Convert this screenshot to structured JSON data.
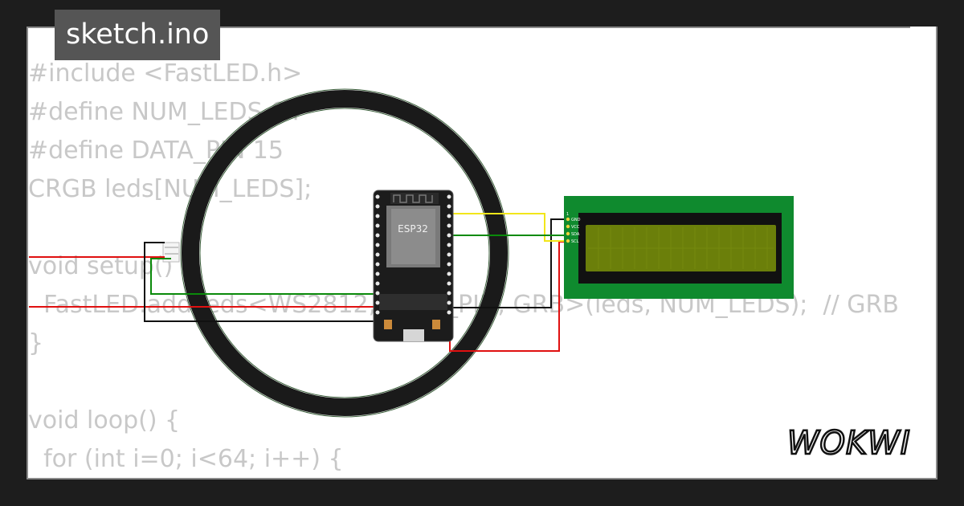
{
  "title": "sketch.ino",
  "brand": "WOKWI",
  "code_lines": [
    "#include <FastLED.h>",
    "#define NUM_LEDS 64",
    "#define DATA_PIN 15",
    "CRGB leds[NUM_LEDS];",
    "",
    "void setup() {",
    "  FastLED.addLeds<WS2812, DATA_PIN, GRB>(leds, NUM_LEDS);  // GRB",
    "}",
    "",
    "void loop() {",
    "  for (int i=0; i<64; i++) {"
  ],
  "esp32": {
    "label": "ESP32"
  },
  "lcd": {
    "pin_marker": "1",
    "pins": [
      "GND",
      "VCC",
      "SDA",
      "SCL"
    ]
  },
  "colors": {
    "background": "#1d1d1d",
    "card": "#ffffff",
    "title_bg": "#555555",
    "code_text": "#c8c8c8",
    "ring": "#1a1a1a",
    "lcd_board": "#0f8a2e",
    "lcd_screen": "#6b7f0a",
    "wire_red": "#e01010",
    "wire_green": "#0a8a0a",
    "wire_yellow": "#f2e61a",
    "wire_black": "#111111"
  }
}
